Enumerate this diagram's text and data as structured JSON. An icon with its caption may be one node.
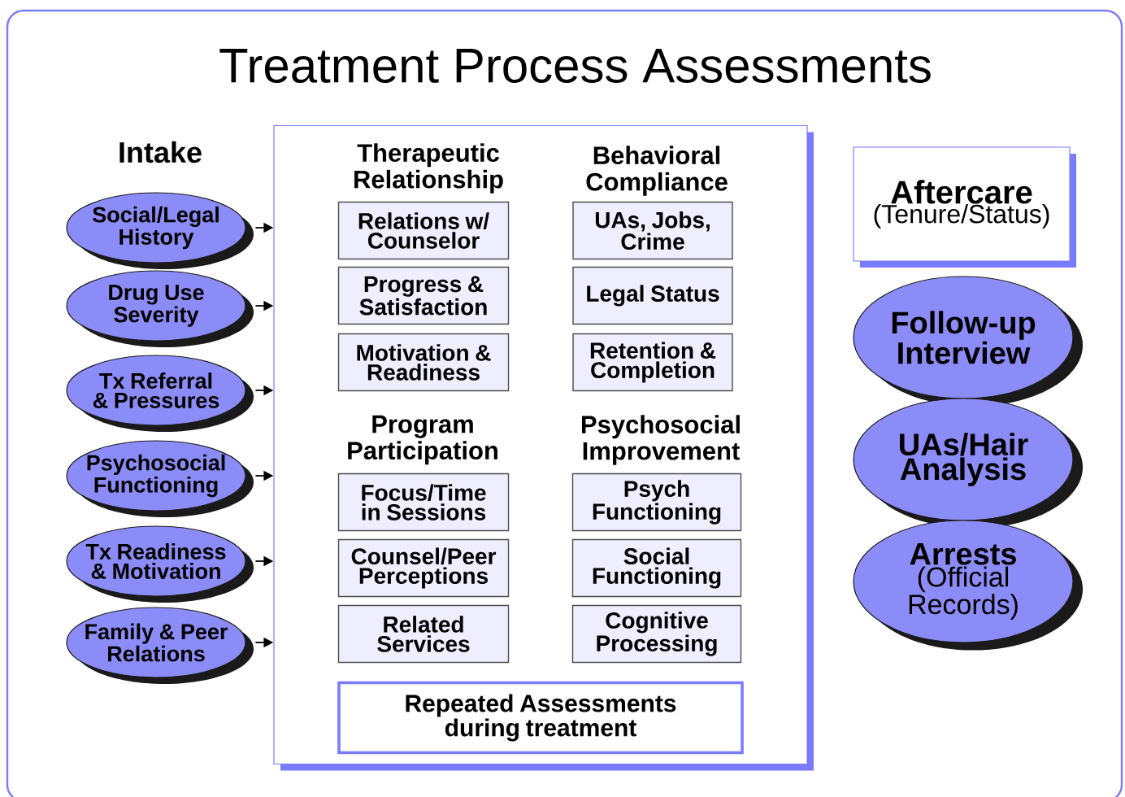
{
  "diagram": {
    "title": "Treatment Process Assessments",
    "nodes": [
      {
        "text": [
          "Social/Legal History"
        ]
      },
      {
        "text": [
          "Drug Use Severity"
        ]
      },
      {
        "text": [
          "Tx Referral & Pressures"
        ]
      },
      {
        "text": [
          "Psychosocial Functioning"
        ]
      },
      {
        "text": [
          "Tx Readiness & Motivation"
        ]
      },
      {
        "text": [
          "Family & Peer Relations"
        ]
      },
      {
        "text": [],
        "shape": "box"
      },
      {
        "text": [
          "Relations w/ Counselor"
        ],
        "in": 6
      },
      {
        "text": [
          "Progress & Satisfaction"
        ],
        "in": 6
      },
      {
        "text": [
          "Motivation & Readiness"
        ],
        "in": 6
      },
      {
        "text": [
          "UAs, Jobs, Crime"
        ],
        "in": 6
      },
      {
        "text": [
          "Legal Status"
        ],
        "in": 6
      },
      {
        "text": [
          "Retention & Completion"
        ],
        "in": 6
      },
      {
        "text": [
          "Focus/Time in Sessions"
        ],
        "in": 6
      },
      {
        "text": [
          "Counsel/Peer Perceptions"
        ],
        "in": 6
      },
      {
        "text": [
          "Related Services"
        ],
        "in": 6
      },
      {
        "text": [
          "Psych Functioning"
        ],
        "in": 6
      },
      {
        "text": [
          "Social Functioning"
        ],
        "in": 6
      },
      {
        "text": [
          "Cognitive Processing"
        ],
        "in": 6
      },
      {
        "text": [
          "Repeated Assessments during treatment"
        ],
        "in": 6
      },
      {
        "text": [
          "Aftercare",
          "(Tenure/Status)"
        ]
      },
      {
        "text": [
          "Follow-up Interview"
        ]
      },
      {
        "text": [
          "UAs/Hair Analysis"
        ]
      },
      {
        "text": [
          "Arrests",
          "(Official Records)"
        ]
      }
    ],
    "edges": [
      {
        "from": 0,
        "to": 6,
        "arrow": "to"
      },
      {
        "from": 1,
        "to": 6,
        "arrow": "to"
      },
      {
        "from": 2,
        "to": 6,
        "arrow": "to"
      },
      {
        "from": 3,
        "to": 6,
        "arrow": "to"
      },
      {
        "from": 4,
        "to": 6,
        "arrow": "to"
      },
      {
        "from": 5,
        "to": 6,
        "arrow": "to"
      }
    ],
    "labels": [
      "Intake",
      "Therapeutic Relationship",
      "Behavioral Compliance",
      "Program Participation",
      "Psychosocial Improvement"
    ]
  }
}
